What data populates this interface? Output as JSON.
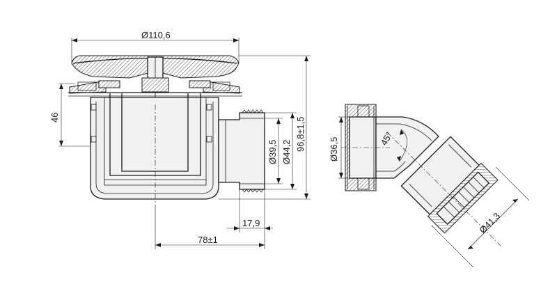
{
  "diagram": {
    "dimensions": {
      "cover_diameter": "Ø110,6",
      "trap_height": "46",
      "total_height": "96,8±1,5",
      "outlet_inner_diameter": "Ø39,5",
      "outlet_outer_diameter": "Ø44,2",
      "outlet_length": "17,9",
      "overall_length": "78±1",
      "elbow_diameter": "Ø36,5",
      "elbow_angle": "45°",
      "elbow_outlet_diameter": "Ø41,3"
    },
    "colors": {
      "line": "#1a1a1a",
      "section_fill": "#f1f1f1",
      "background": "#ffffff"
    }
  }
}
